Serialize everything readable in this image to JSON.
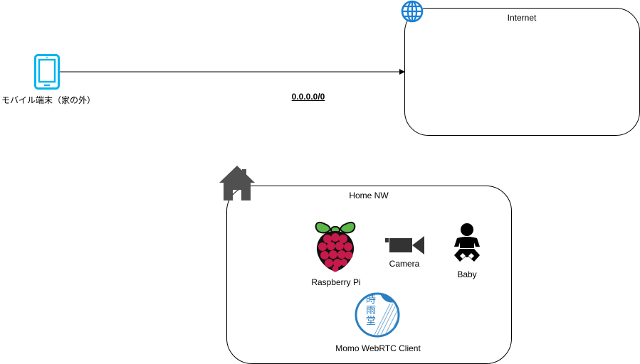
{
  "internet": {
    "label": "Internet",
    "icon": "globe-icon",
    "color": "#0078d7"
  },
  "mobile": {
    "label": "モバイル端末（家の外）",
    "icon": "smartphone-icon",
    "color": "#00b4f0"
  },
  "connection": {
    "label": "0.0.0.0/0"
  },
  "home": {
    "label": "Home NW",
    "icon": "house-icon",
    "color": "#505050"
  },
  "raspberry": {
    "label": "Raspberry Pi",
    "icon": "raspberry-pi-icon",
    "color": "#c51a4a"
  },
  "camera": {
    "label": "Camera",
    "icon": "video-camera-icon"
  },
  "baby": {
    "label": "Baby",
    "icon": "baby-icon"
  },
  "momo": {
    "label": "Momo WebRTC Client",
    "icon": "shiguredo-logo-icon",
    "logo_chars": [
      "時",
      "雨",
      "堂"
    ],
    "color": "#2b7fc0"
  }
}
